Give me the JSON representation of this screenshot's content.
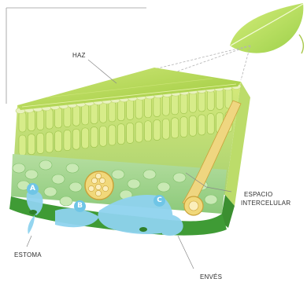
{
  "labels": {
    "haz": "HAZ",
    "espacio_line1": "ESPACIO",
    "espacio_line2": "INTERCELULAR",
    "estoma": "ESTOMA",
    "enves": "ENVÉS"
  },
  "markers": {
    "a": "A",
    "b": "B",
    "c": "C"
  },
  "colors": {
    "leaf_top": "#b6d84a",
    "palisade": "#c3de6a",
    "spongy": "#9fd08a",
    "lower_epidermis": "#3f9b35",
    "vein": "#e8c25a",
    "water": "#8fd3ef",
    "marker": "#6fc5e6"
  }
}
